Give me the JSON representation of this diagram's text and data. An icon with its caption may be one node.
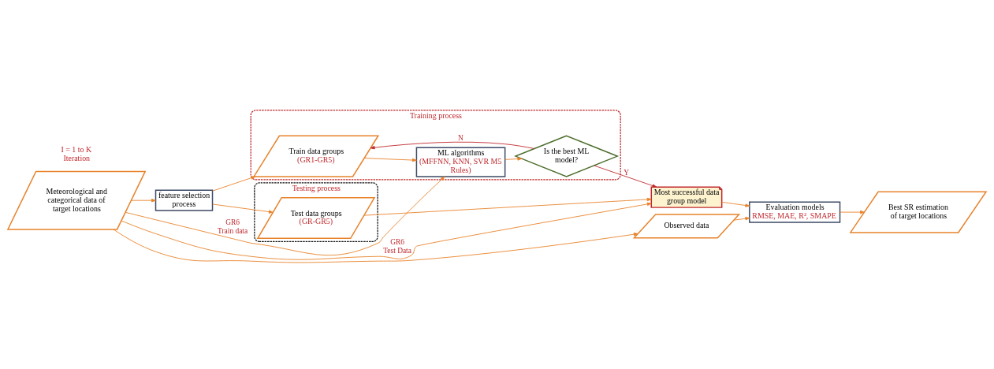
{
  "diagram": {
    "nodes": [
      {
        "text": [
          "Meteorological and categorical data of target locations"
        ]
      },
      {
        "text": [
          "feature selection process"
        ]
      },
      {
        "text": [
          "Training process"
        ]
      },
      {
        "text": [
          "Train data groups",
          "(GR1-GR5)"
        ],
        "in": 2
      },
      {
        "text": [
          "ML algorithms",
          "(MFFNN, KNN, SVR M5 Rules)"
        ],
        "in": 2
      },
      {
        "text": [
          "Is the best ML model?"
        ],
        "in": 2
      },
      {
        "text": [
          "Testing process"
        ]
      },
      {
        "text": [
          "Test data groups",
          "(GR-GR5)"
        ],
        "in": 6
      },
      {
        "text": [
          "Most successful data group model"
        ]
      },
      {
        "text": [
          "Observed data"
        ]
      },
      {
        "text": [
          "Evaluation models",
          "RMSE, MAE, R², SMAPE"
        ]
      },
      {
        "text": [
          "Best SR estimation of target locations"
        ]
      }
    ],
    "edges": [
      {
        "from": 0,
        "to": 1,
        "arrow": "to"
      },
      {
        "from": 0,
        "to": 4,
        "arrow": "to",
        "label": "GR6 Train data"
      },
      {
        "from": 5,
        "to": 3,
        "arrow": "to",
        "label": "N",
        "color": "#c0282d"
      },
      {
        "from": 1,
        "to": 3,
        "arrow": "to"
      },
      {
        "from": 3,
        "to": 4,
        "arrow": "to"
      },
      {
        "from": 4,
        "to": 5,
        "arrow": "to"
      },
      {
        "from": 5,
        "to": 8,
        "arrow": "to",
        "label": "Y",
        "color": "#c0282d"
      },
      {
        "from": 1,
        "to": 7,
        "arrow": "to"
      },
      {
        "from": 0,
        "to": 8,
        "arrow": "to",
        "label": "GR6 Test Data"
      },
      {
        "from": 7,
        "to": 8,
        "arrow": "to"
      },
      {
        "from": 8,
        "to": 10,
        "arrow": "to"
      },
      {
        "from": 0,
        "to": 9,
        "arrow": "to"
      },
      {
        "from": 9,
        "to": 10,
        "arrow": "to"
      },
      {
        "from": 10,
        "to": 11,
        "arrow": "to"
      }
    ],
    "labels": [
      "I = 1 to K Iteration"
    ]
  }
}
